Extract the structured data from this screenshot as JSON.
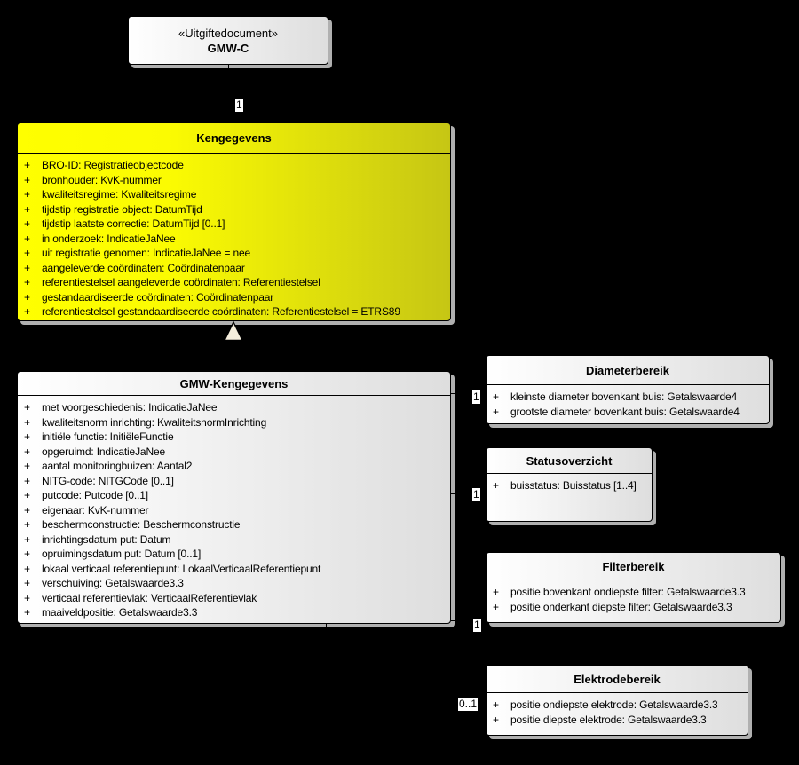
{
  "diagram": {
    "type": "uml-class-diagram",
    "colors": {
      "background": "#000000",
      "class_fill_yellow_left": "#ffff00",
      "class_fill_yellow_right": "#c6c614",
      "class_fill_grey_left": "#ffffff",
      "class_fill_grey_right": "#dedede",
      "border": "#000000",
      "shadow": "#b0b0b0",
      "generalization_arrow_fill": "#f5eedd",
      "multiplicity_label_bg": "#ffffff",
      "text": "#000000"
    }
  },
  "classes": {
    "gmwc": {
      "stereotype": "«Uitgiftedocument»",
      "name": "GMW-C"
    },
    "kengegevens": {
      "name": "Kengegevens",
      "attributes": [
        {
          "vis": "+",
          "text": "BRO-ID: Registratieobjectcode"
        },
        {
          "vis": "+",
          "text": "bronhouder: KvK-nummer"
        },
        {
          "vis": "+",
          "text": "kwaliteitsregime: Kwaliteitsregime"
        },
        {
          "vis": "+",
          "text": "tijdstip registratie object: DatumTijd"
        },
        {
          "vis": "+",
          "text": "tijdstip laatste correctie: DatumTijd [0..1]"
        },
        {
          "vis": "+",
          "text": "in onderzoek: IndicatieJaNee"
        },
        {
          "vis": "+",
          "text": "uit registratie genomen: IndicatieJaNee = nee"
        },
        {
          "vis": "+",
          "text": "aangeleverde coördinaten: Coördinatenpaar"
        },
        {
          "vis": "+",
          "text": "referentiestelsel aangeleverde coördinaten: Referentiestelsel"
        },
        {
          "vis": "+",
          "text": "gestandaardiseerde coördinaten: Coördinatenpaar"
        },
        {
          "vis": "+",
          "text": "referentiestelsel gestandaardiseerde coördinaten: Referentiestelsel = ETRS89"
        }
      ]
    },
    "gmw_kengegevens": {
      "name": "GMW-Kengegevens",
      "attributes": [
        {
          "vis": "+",
          "text": "met voorgeschiedenis: IndicatieJaNee"
        },
        {
          "vis": "+",
          "text": "kwaliteitsnorm inrichting: KwaliteitsnormInrichting"
        },
        {
          "vis": "+",
          "text": "initiële functie: InitiëleFunctie"
        },
        {
          "vis": "+",
          "text": "opgeruimd: IndicatieJaNee"
        },
        {
          "vis": "+",
          "text": "aantal monitoringbuizen: Aantal2"
        },
        {
          "vis": "+",
          "text": "NITG-code: NITGCode [0..1]"
        },
        {
          "vis": "+",
          "text": "putcode: Putcode [0..1]"
        },
        {
          "vis": "+",
          "text": "eigenaar: KvK-nummer"
        },
        {
          "vis": "+",
          "text": "beschermconstructie: Beschermconstructie"
        },
        {
          "vis": "+",
          "text": "inrichtingsdatum put: Datum"
        },
        {
          "vis": "+",
          "text": "opruimingsdatum put: Datum [0..1]"
        },
        {
          "vis": "+",
          "text": "lokaal verticaal referentiepunt: LokaalVerticaalReferentiepunt"
        },
        {
          "vis": "+",
          "text": "verschuiving: Getalswaarde3.3"
        },
        {
          "vis": "+",
          "text": "verticaal referentievlak: VerticaalReferentievlak"
        },
        {
          "vis": "+",
          "text": "maaiveldpositie: Getalswaarde3.3"
        }
      ]
    },
    "diameterbereik": {
      "name": "Diameterbereik",
      "attributes": [
        {
          "vis": "+",
          "text": "kleinste diameter bovenkant buis: Getalswaarde4"
        },
        {
          "vis": "+",
          "text": "grootste diameter bovenkant buis: Getalswaarde4"
        }
      ]
    },
    "statusoverzicht": {
      "name": "Statusoverzicht",
      "attributes": [
        {
          "vis": "+",
          "text": "buisstatus: Buisstatus [1..4]"
        }
      ]
    },
    "filterbereik": {
      "name": "Filterbereik",
      "attributes": [
        {
          "vis": "+",
          "text": "positie bovenkant ondiepste filter: Getalswaarde3.3"
        },
        {
          "vis": "+",
          "text": "positie onderkant diepste filter: Getalswaarde3.3"
        }
      ]
    },
    "elektrodebereik": {
      "name": "Elektrodebereik",
      "attributes": [
        {
          "vis": "+",
          "text": "positie ondiepste elektrode: Getalswaarde3.3"
        },
        {
          "vis": "+",
          "text": "positie diepste elektrode: Getalswaarde3.3"
        }
      ]
    }
  },
  "relations": {
    "gmwc_kengegevens_multiplicity": "1",
    "diameterbereik_multiplicity": "1",
    "statusoverzicht_multiplicity": "1",
    "filterbereik_multiplicity": "1",
    "elektrodebereik_multiplicity": "0..1"
  }
}
